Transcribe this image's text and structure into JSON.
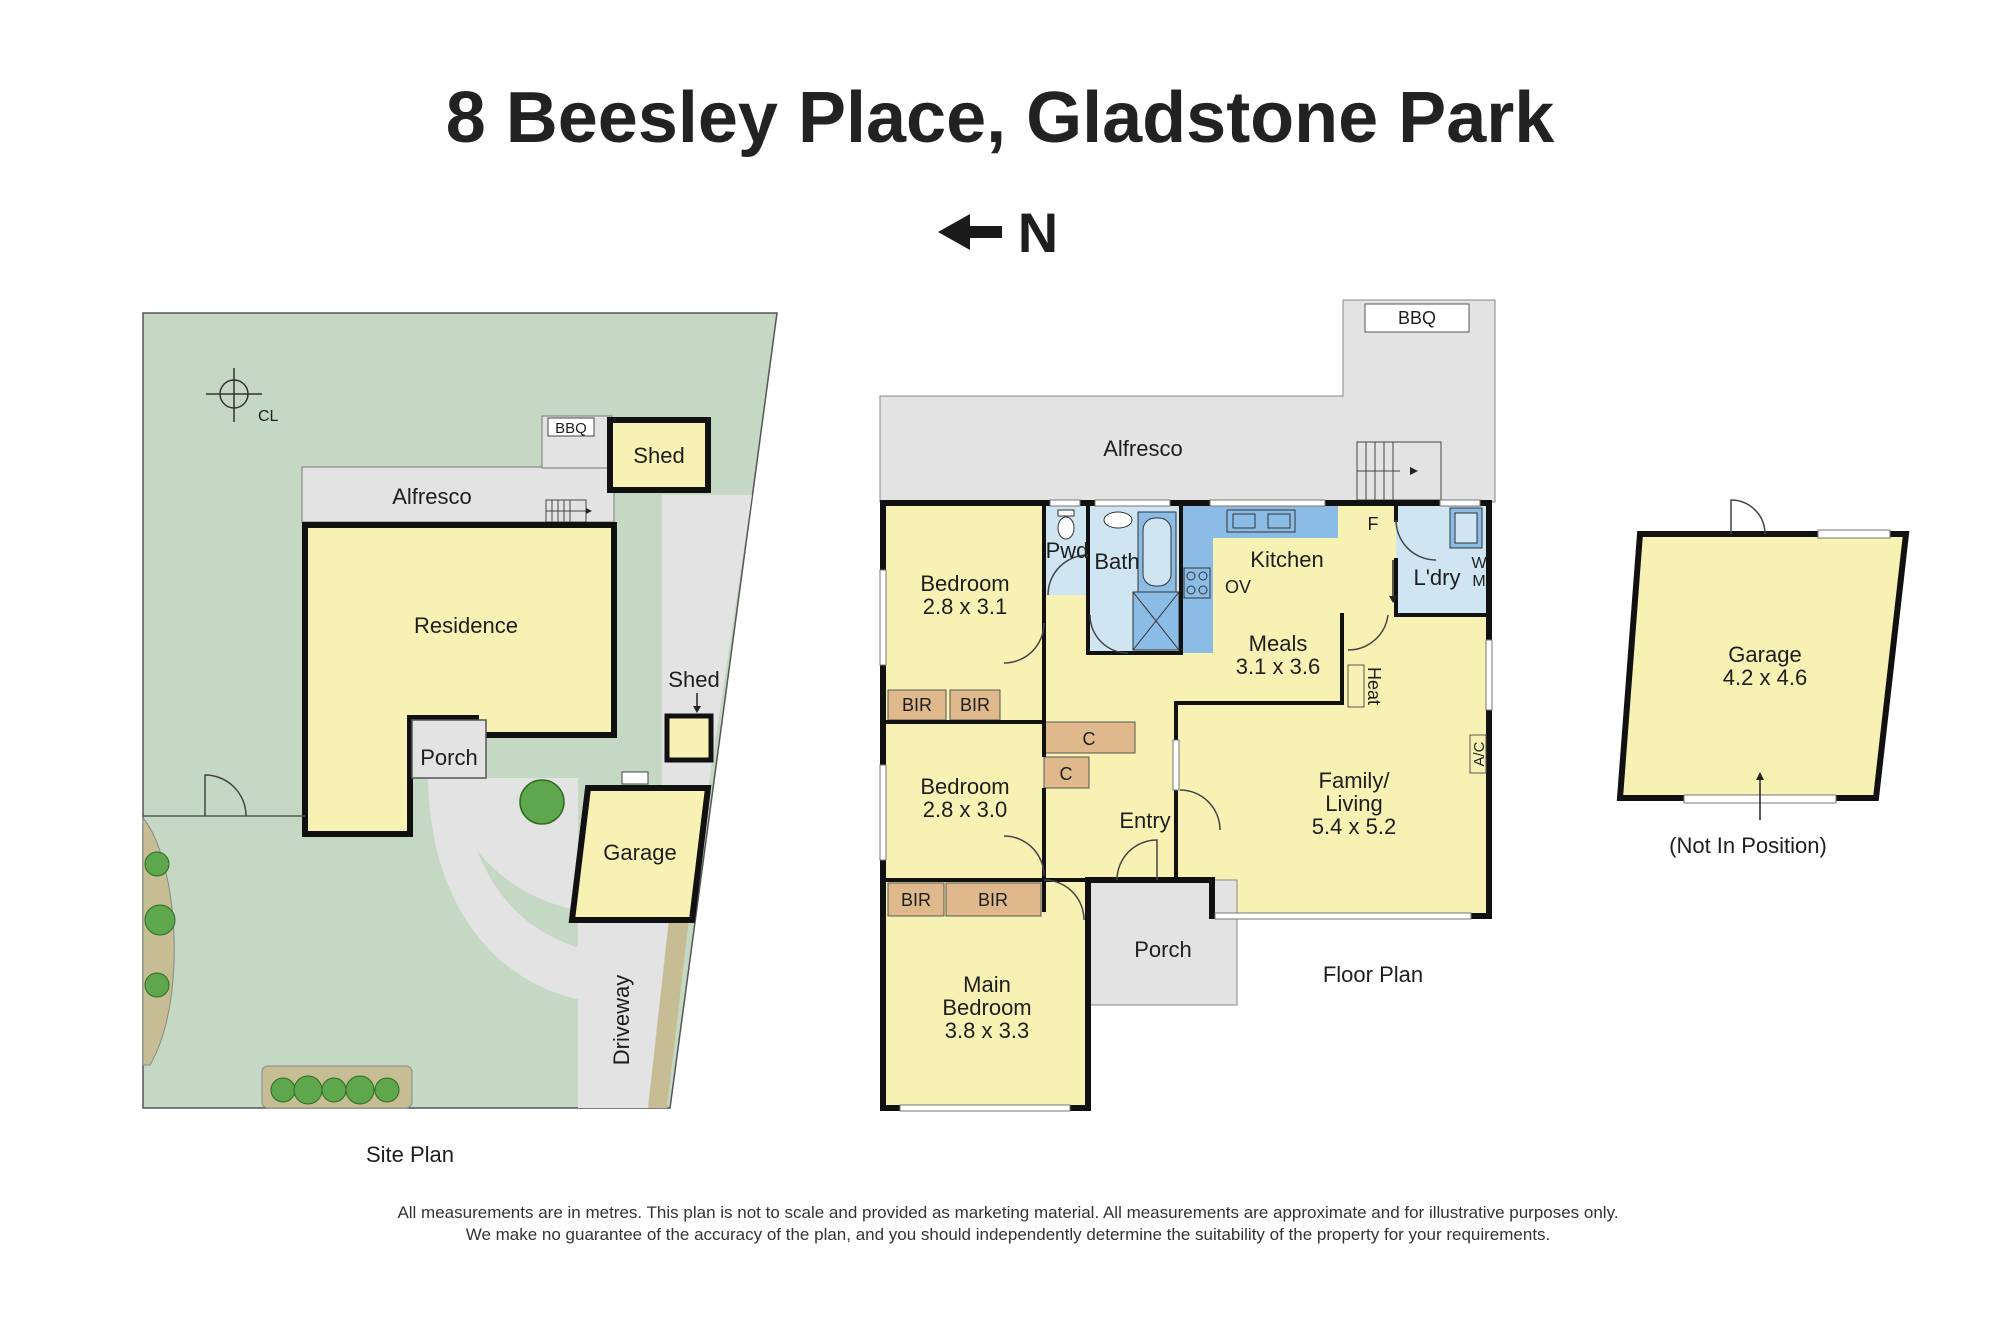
{
  "title": "8 Beesley Place, Gladstone Park",
  "north_label": "N",
  "colors": {
    "room": "#f7f2b4",
    "wall": "#111111",
    "lawn": "#c5d8c3",
    "paving": "#e3e3e3",
    "wet": "#cfe6f2",
    "fixture_blue": "#8bbce6",
    "cupboard": "#dfb98c",
    "garden_bed": "#c7bd94",
    "tree": "#5ea74c"
  },
  "site_plan": {
    "caption": "Site Plan",
    "cl": "CL",
    "bbq": "BBQ",
    "shed_main": "Shed",
    "alfresco": "Alfresco",
    "residence": "Residence",
    "porch": "Porch",
    "shed_small": "Shed",
    "garage": "Garage",
    "driveway": "Driveway"
  },
  "floor_plan": {
    "caption": "Floor Plan",
    "bbq": "BBQ",
    "alfresco": "Alfresco",
    "rooms": {
      "bedroom2": {
        "name": "Bedroom",
        "dims": "2.8 x 3.1"
      },
      "bedroom3": {
        "name": "Bedroom",
        "dims": "2.8 x 3.0"
      },
      "main_bedroom": {
        "name1": "Main",
        "name2": "Bedroom",
        "dims": "3.8 x 3.3"
      },
      "pwd": "Pwd",
      "bath": "Bath",
      "kitchen": "Kitchen",
      "ov": "OV",
      "fridge": "F",
      "laundry": "L'dry",
      "wm_w": "W",
      "wm_m": "M",
      "meals": {
        "name": "Meals",
        "dims": "3.1 x 3.6"
      },
      "heat": "Heat",
      "ac": "A/C",
      "family": {
        "name1": "Family/",
        "name2": "Living",
        "dims": "5.4 x 5.2"
      },
      "entry": "Entry",
      "porch": "Porch",
      "bir": "BIR",
      "cupboard": "C"
    }
  },
  "garage_plan": {
    "name": "Garage",
    "dims": "4.2 x 4.6",
    "note": "(Not In Position)"
  },
  "disclaimer": {
    "line1": "All measurements are in metres. This plan is not to scale and provided as marketing material. All measurements are approximate and for illustrative purposes only.",
    "line2": "We make no guarantee of the accuracy of the plan, and you should independently determine the suitability of the property for your requirements."
  }
}
